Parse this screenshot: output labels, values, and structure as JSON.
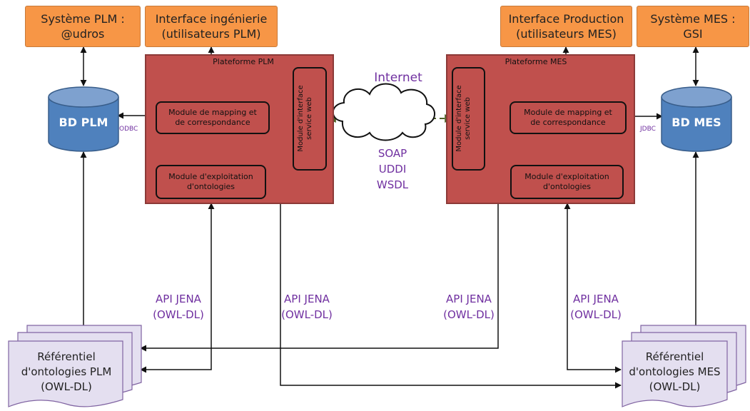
{
  "top_boxes": {
    "plm_system": {
      "line1": "Système PLM :",
      "line2": "@udros"
    },
    "eng_interface": {
      "line1": "Interface ingénierie",
      "line2": "(utilisateurs PLM)"
    },
    "prod_interface": {
      "line1": "Interface Production",
      "line2": "(utilisateurs MES)"
    },
    "mes_system": {
      "line1": "Système MES :",
      "line2": "GSI"
    }
  },
  "platforms": {
    "plm": {
      "title": "Plateforme PLM",
      "mapping": {
        "line1": "Module de mapping et",
        "line2": "de correspondance"
      },
      "exploitation": {
        "line1": "Module d'exploitation",
        "line2": "d'ontologies"
      },
      "webservice": {
        "line1": "Module d'interface",
        "line2": "service web"
      }
    },
    "mes": {
      "title": "Plateforme MES",
      "mapping": {
        "line1": "Module de mapping et",
        "line2": "de correspondance"
      },
      "exploitation": {
        "line1": "Module d'exploitation",
        "line2": "d'ontologies"
      },
      "webservice": {
        "line1": "Module d'interface",
        "line2": "service web"
      }
    }
  },
  "databases": {
    "plm": "BD PLM",
    "mes": "BD MES"
  },
  "connectors": {
    "odbc": "ODBC",
    "jdbc": "JDBC"
  },
  "internet": {
    "label": "Internet",
    "protocols": [
      "SOAP",
      "UDDI",
      "WSDL"
    ]
  },
  "api_labels": [
    {
      "line1": "API JENA",
      "line2": "(OWL-DL)"
    },
    {
      "line1": "API JENA",
      "line2": "(OWL-DL)"
    },
    {
      "line1": "API JENA",
      "line2": "(OWL-DL)"
    },
    {
      "line1": "API JENA",
      "line2": "(OWL-DL)"
    }
  ],
  "repositories": {
    "plm": {
      "line1": "Référentiel",
      "line2": "d'ontologies PLM",
      "line3": "(OWL-DL)"
    },
    "mes": {
      "line1": "Référentiel",
      "line2": "d'ontologies MES",
      "line3": "(OWL-DL)"
    }
  },
  "colors": {
    "top_box": "#f79646",
    "platform": "#c0504d",
    "database": "#4f81bd",
    "repository": "#e4dff0",
    "label_purple": "#7030a0",
    "link_dashed": "#4f6228"
  }
}
